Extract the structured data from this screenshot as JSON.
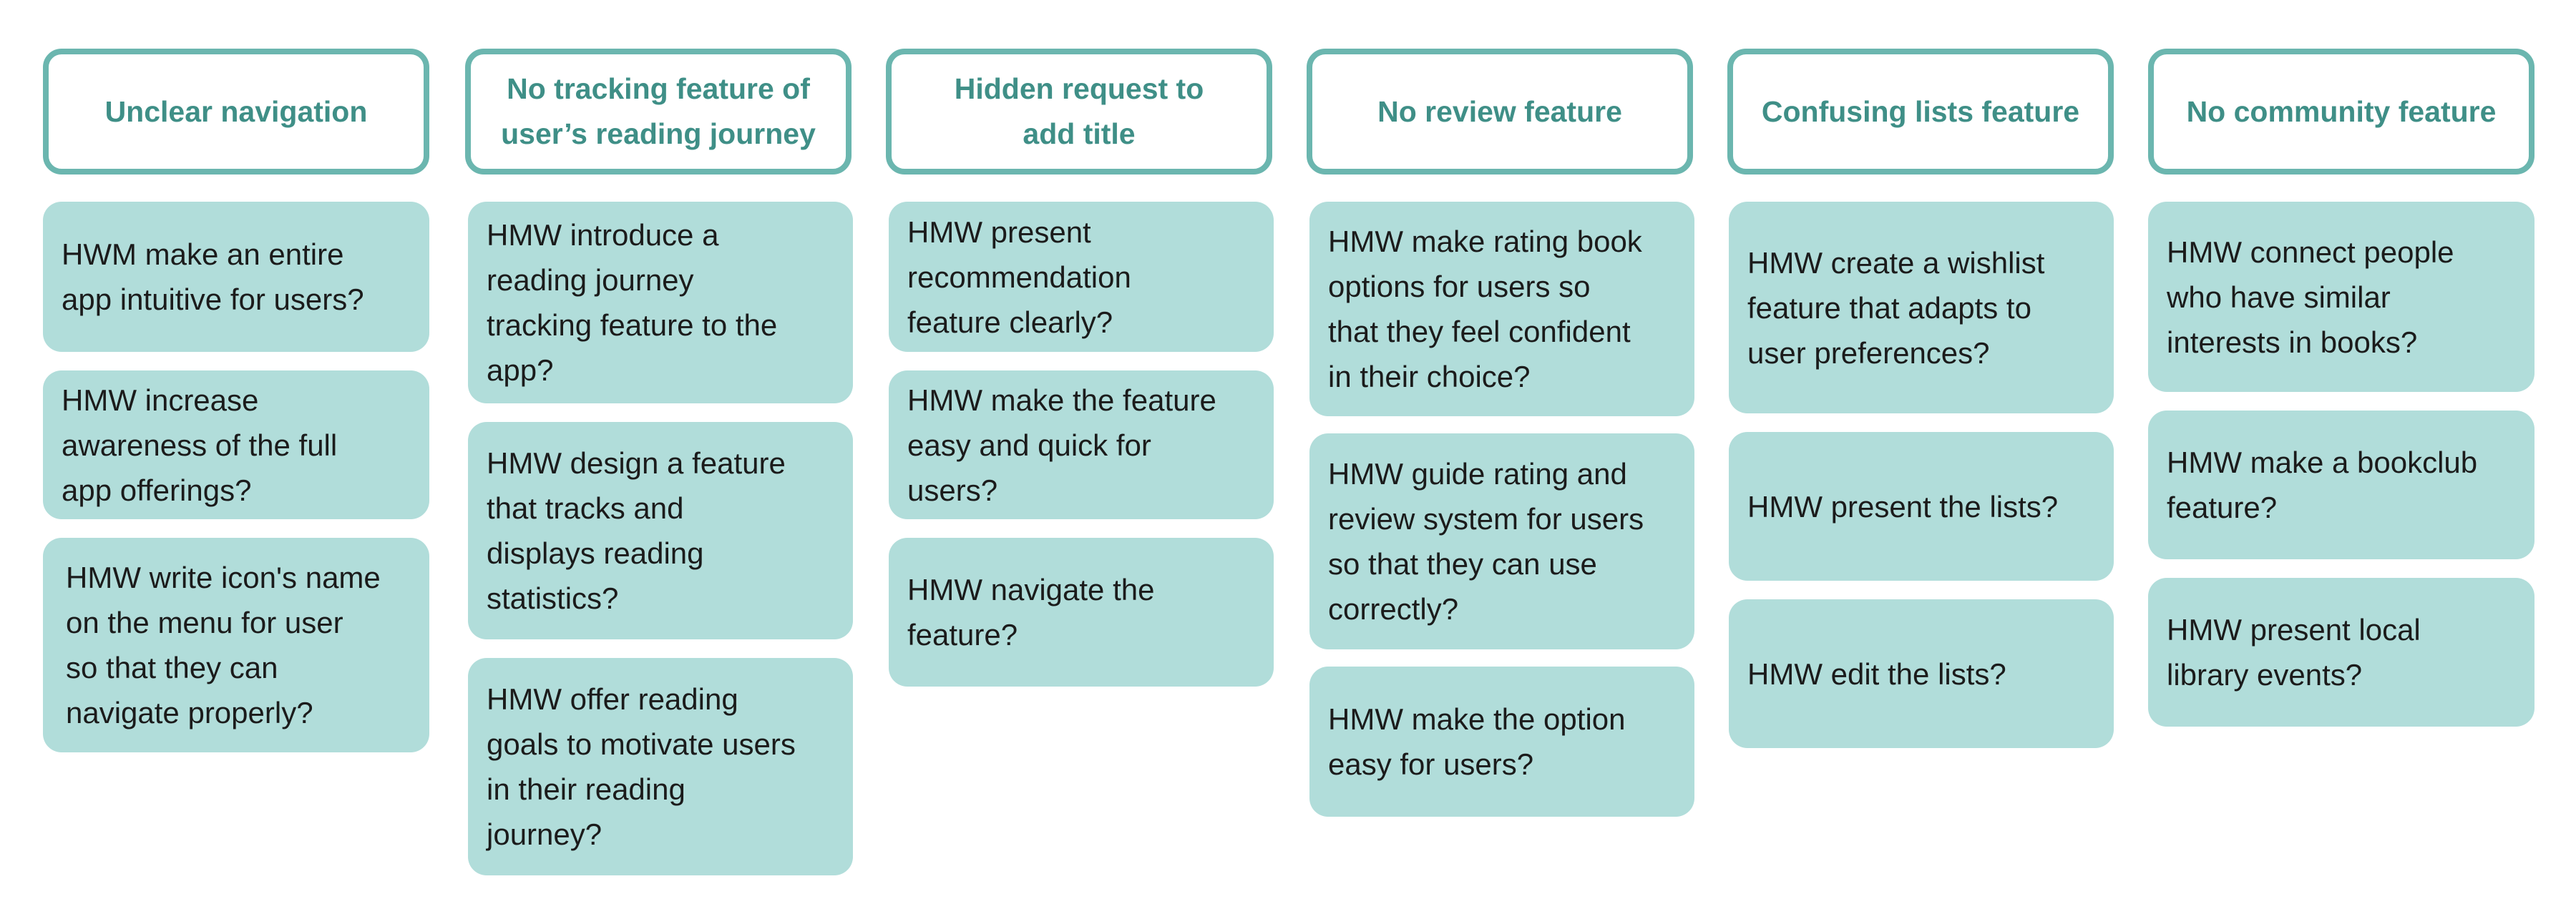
{
  "columns": [
    {
      "header": "Unclear navigation",
      "cards": [
        "HWM make an entire\napp intuitive for users?",
        "HMW increase\nawareness of the full\napp offerings?",
        "HMW write icon's name\non the menu for user\nso that they can\nnavigate properly?"
      ]
    },
    {
      "header": "No tracking  feature of\nuser’s reading journey",
      "cards": [
        "HMW introduce a\nreading journey\ntracking feature to the\napp?",
        "HMW design a feature\nthat tracks and\ndisplays reading\nstatistics?",
        "HMW offer reading\ngoals to motivate users\nin their reading\njourney?"
      ]
    },
    {
      "header": "Hidden request to\nadd title",
      "cards": [
        "HMW present\nrecommendation\nfeature clearly?",
        "HMW make the feature\neasy and quick for\nusers?",
        "HMW navigate the\nfeature?"
      ]
    },
    {
      "header": "No review feature",
      "cards": [
        "HMW make rating book\noptions for users so\nthat they feel confident\nin their choice?",
        "HMW guide rating and\nreview system for users\nso that they can use\ncorrectly?",
        "HMW make the option\neasy for users?"
      ]
    },
    {
      "header": "Confusing lists feature",
      "cards": [
        "HMW create a wishlist\nfeature that adapts to\nuser preferences?",
        "HMW present the lists?",
        "HMW edit the lists?"
      ]
    },
    {
      "header": "No community feature",
      "cards": [
        "HMW connect people\nwho have similar\ninterests in books?",
        "HMW make a bookclub\nfeature?",
        "HMW present local\nlibrary events?"
      ]
    }
  ]
}
